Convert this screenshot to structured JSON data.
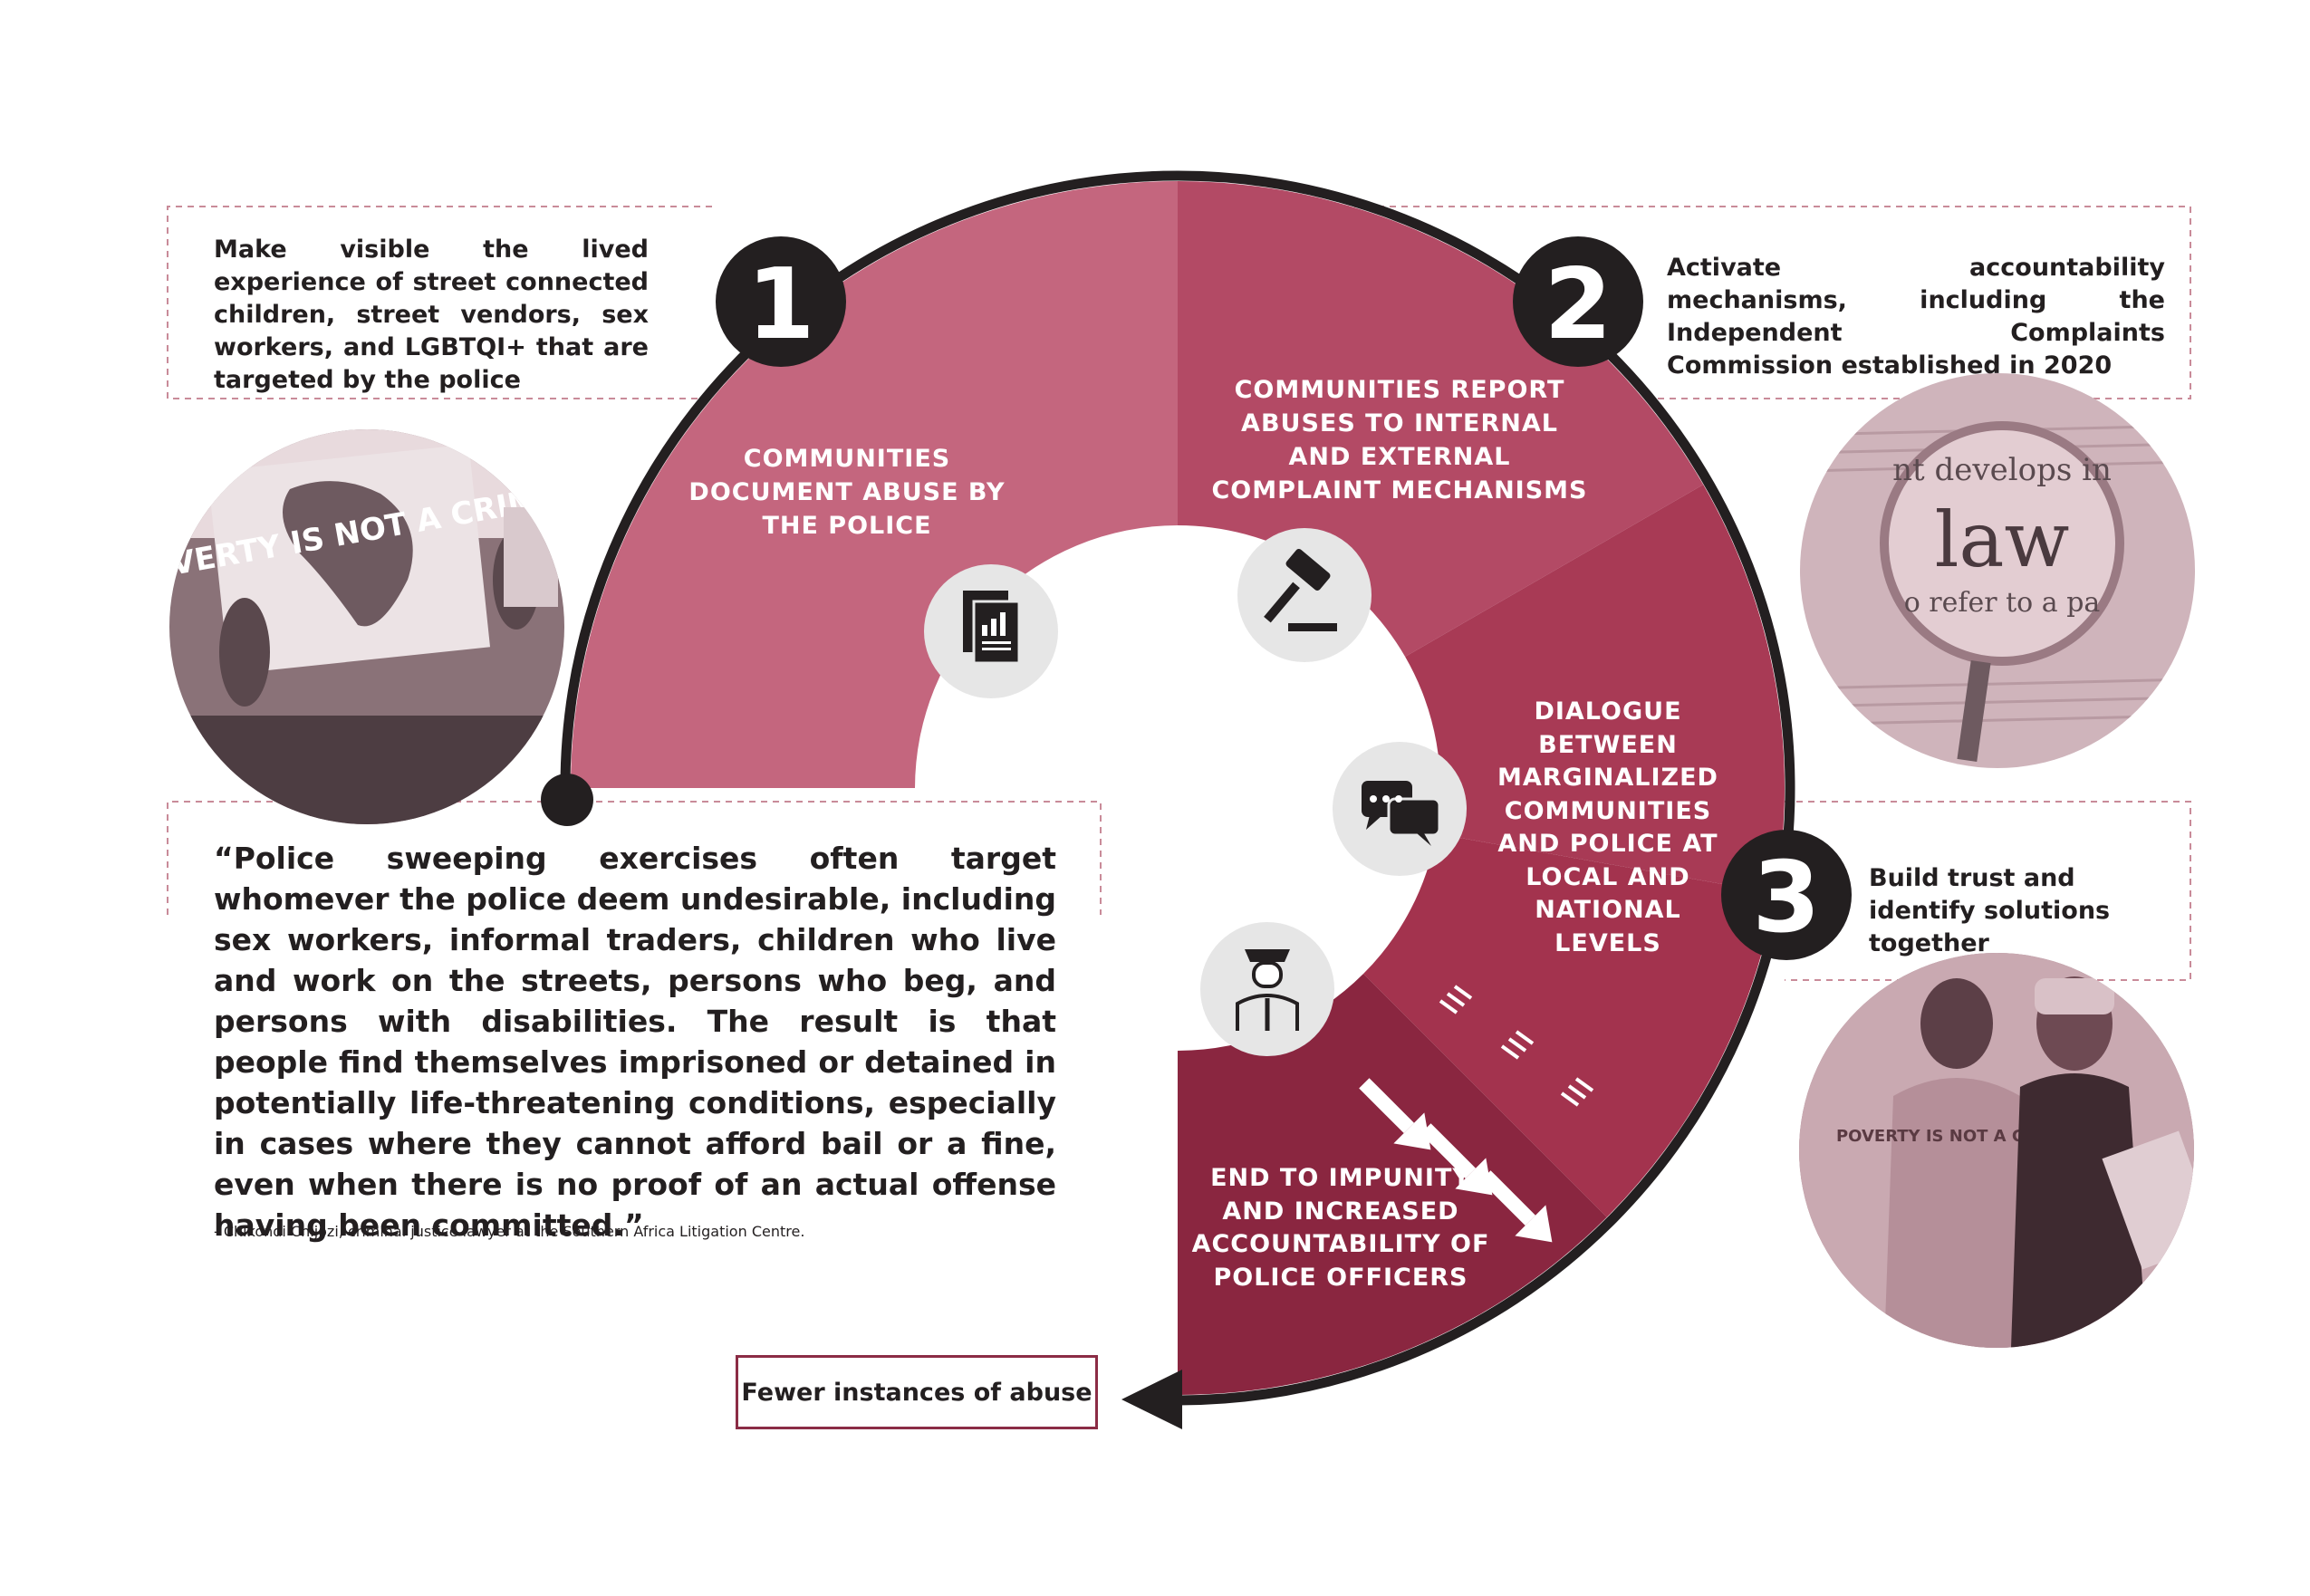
{
  "steps": [
    {
      "number": "1",
      "stage_label": "COMMUNITIES DOCUMENT ABUSE BY THE POLICE",
      "callout": "Make visible the lived experience of street connected children, street vendors, sex workers, and LGBTQI+ that are targeted by the police"
    },
    {
      "number": "2",
      "stage_label": "COMMUNITIES REPORT ABUSES TO INTERNAL AND EXTERNAL COMPLAINT MECHANISMS",
      "callout": "Activate accountability mechanisms, including the Independent Complaints Commission established in 2020"
    },
    {
      "number": "3",
      "stage_label": "DIALOGUE BETWEEN MARGINALIZED COMMUNITIES AND POLICE AT LOCAL AND NATIONAL LEVELS",
      "callout": "Build trust and identify solutions together"
    }
  ],
  "final_stage_label": "END TO IMPUNITY AND INCREASED ACCOUNTABILITY OF POLICE OFFICERS",
  "quote": "“Police sweeping exercises often target whomever the police deem undesirable, including sex workers, informal traders, children who live and work on the streets, persons who beg, and persons with disabilities. The result is that people find themselves imprisoned or detained in potentially life-threatening conditions, especially in cases where they cannot afford bail or a fine, even when there is no proof of an actual offense having been committed.”",
  "attribution": "- Chikondi Chijozi, criminal justice lawyer at the Southern Africa Litigation Centre.",
  "outcome": "Fewer instances of abuse",
  "photos": {
    "sign_text": "POVERTY IS NOT A CRIME!",
    "magnifier_text": "law",
    "magnifier_top": "nt develops in",
    "magnifier_bottom": "o refer to a pa",
    "shirt_text": "POVERTY IS NOT A CRIME!"
  },
  "icons": [
    "document-chart-icon",
    "gavel-icon",
    "chat-bubbles-icon",
    "police-officer-icon",
    "arrows-icon"
  ],
  "colors": {
    "segment1": "#c4667e",
    "segment2a": "#b34a65",
    "segment2b": "#a83a55",
    "segment3": "#a3334e",
    "segment4": "#8a2640",
    "outline": "#231f20",
    "icon_bg": "#e6e6e6"
  }
}
